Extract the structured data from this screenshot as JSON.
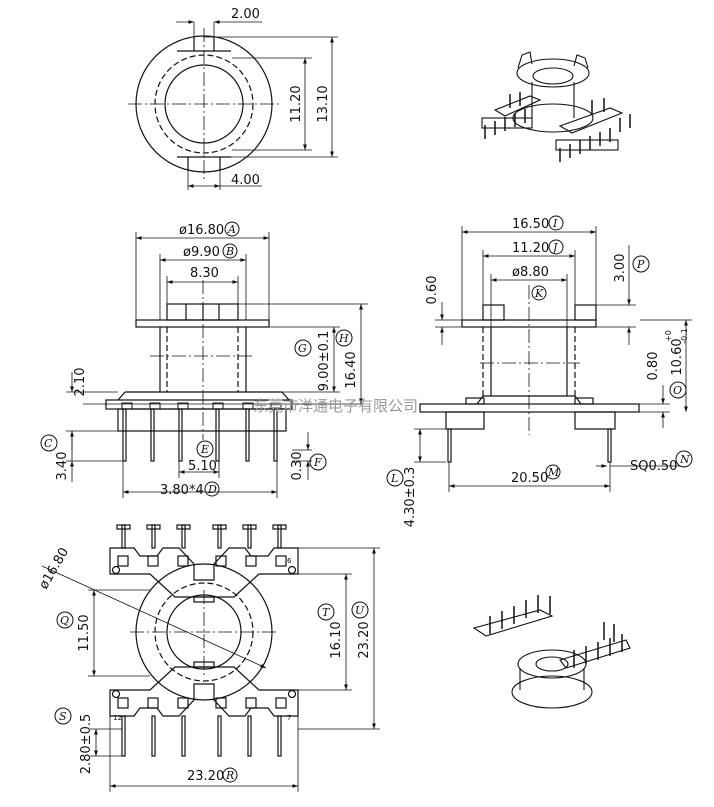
{
  "views": {
    "top": {
      "dims": {
        "slot_top": "2.00",
        "inner_d": "11.20",
        "outer_d": "13.10",
        "slot_bottom": "4.00"
      }
    },
    "front": {
      "dims": {
        "flange_d": "ø16.80",
        "winding_d": "ø9.90",
        "core_w": "8.30",
        "core_h": "9.00±0.1",
        "height": "16.40",
        "base_h": "2.10",
        "pin_len": "3.40",
        "pin_offset": "5.10",
        "pin_pitch": "3.80*4",
        "pin_t": "0.30"
      },
      "refs": {
        "A": "A",
        "B": "B",
        "C": "C",
        "D": "D",
        "E": "E",
        "F": "F",
        "G": "G",
        "H": "H"
      }
    },
    "side": {
      "dims": {
        "flange_w": "16.50",
        "mid_w": "11.20",
        "core_d": "ø8.80",
        "flange_t": "0.60",
        "top_h": "3.00",
        "base_t": "0.80",
        "total_h": "10.60",
        "tol_plus": "+0",
        "tol_minus": "-0.1",
        "pin_len": "4.30±0.3",
        "pin_span": "20.50",
        "pin_sq": "SQ0.50"
      },
      "refs": {
        "I": "I",
        "J": "J",
        "K": "K",
        "L": "L",
        "M": "M",
        "N": "N",
        "O": "O",
        "P": "P"
      }
    },
    "bottom": {
      "dims": {
        "flange_d": "ø16.80",
        "inner": "11.50",
        "inner_h": "16.10",
        "total_h": "23.20",
        "total_w": "23.20",
        "pin_len": "2.80±0.5"
      },
      "refs": {
        "Q": "Q",
        "R": "R",
        "S": "S",
        "T": "T",
        "U": "U"
      },
      "pin_numbers": [
        "6",
        "12",
        "7"
      ]
    }
  },
  "watermark": "东莞市洋通电子有限公司"
}
